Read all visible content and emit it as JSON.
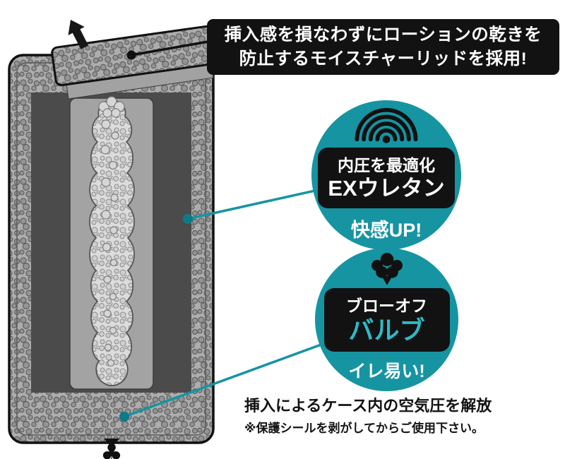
{
  "colors": {
    "teal": "#1694a2",
    "teal_dark": "#0d7a88",
    "accent": "#2fb9c6",
    "ink": "#121212"
  },
  "top_banner": {
    "line1": "挿入感を損なわずにローションの乾きを",
    "line2": "防止するモイスチャーリッドを採用!"
  },
  "badges": {
    "urethane": {
      "icon": "pressure-waves",
      "line1": "内圧を最適化",
      "line2": "EXウレタン",
      "caption": "快感UP!"
    },
    "valve": {
      "icon": "steam-puff",
      "line1": "ブローオフ",
      "line2": "バルブ",
      "caption": "イレ易い!"
    }
  },
  "footnote": {
    "line1": "挿入によるケース内の空気圧を解放",
    "line2": "※保護シールを剥がしてからご使用下さい。"
  },
  "icons": {
    "valve_club": "♣",
    "open_arrow": "arrow-up-left",
    "pressure_waves": "concentric-arcs",
    "steam_puff": "puff-cloud"
  }
}
